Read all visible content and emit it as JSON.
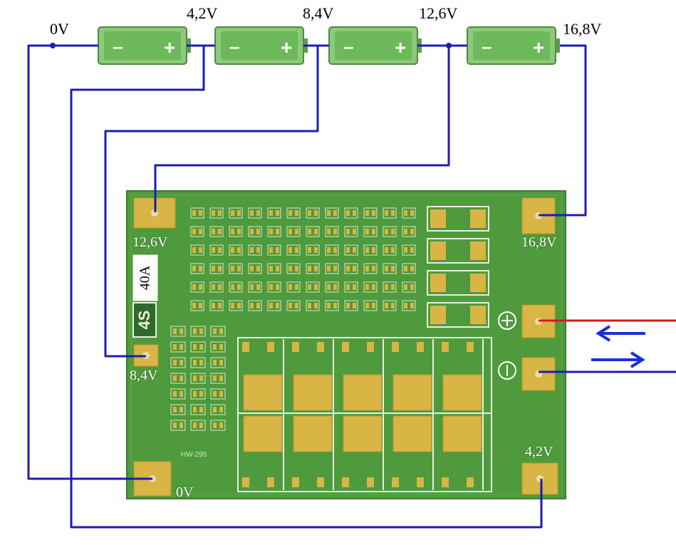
{
  "top_labels": {
    "v0": "0V",
    "v4_2": "4,2V",
    "v8_4": "8,4V",
    "v12_6": "12,6V",
    "v16_8": "16,8V"
  },
  "board_labels": {
    "pad_12_6": "12,6V",
    "pad_16_8": "16,8V",
    "pad_8_4": "8,4V",
    "pad_0": "0V",
    "pad_4_2": "4,2V",
    "rating": "40A",
    "cells": "4S",
    "model": "HW-295"
  },
  "batteries": [
    {
      "neg": "–",
      "pos": "+"
    },
    {
      "neg": "–",
      "pos": "+"
    },
    {
      "neg": "–",
      "pos": "+"
    },
    {
      "neg": "–",
      "pos": "+"
    }
  ],
  "colors": {
    "wire": "#1c1cb4",
    "pcb": "#4f9a3c",
    "pcb_dark": "#2f6f28",
    "pad": "#d8b544",
    "battery": "#6db85a",
    "positive_wire": "#d41a1a",
    "arrow": "#1a2fd8"
  },
  "icons": {
    "plus_terminal": "plus-circle-icon",
    "minus_terminal": "minus-circle-icon"
  }
}
